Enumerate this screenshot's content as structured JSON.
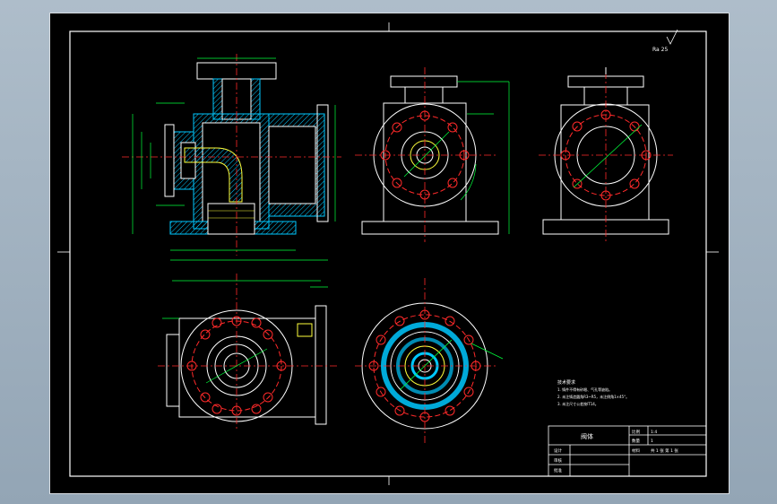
{
  "drawing": {
    "title_block": {
      "part_name": "阀体",
      "scale_label": "比例",
      "scale_value": "1:4",
      "qty_label": "数量",
      "qty_value": "1",
      "material_label": "材料",
      "sheet_info": "共 1 张 第 1 张",
      "designer_label": "设计",
      "checker_label": "审核",
      "approver_label": "批准"
    },
    "notes": {
      "heading": "技术要求",
      "lines": [
        "1. 铸件不得有砂眼、气孔等缺陷。",
        "2. 未注铸造圆角R3~R5，未注倒角1×45°。",
        "3. 未注尺寸公差按IT14。"
      ]
    },
    "roughness_label": "Ra 25",
    "colors": {
      "frame": "#ffffff",
      "outline": "#ffffff",
      "center": "#ff2a2a",
      "dimension": "#00ff3c",
      "hatch": "#00c8ff",
      "detail": "#ffff3c",
      "viewport_bg": "#000000"
    }
  }
}
